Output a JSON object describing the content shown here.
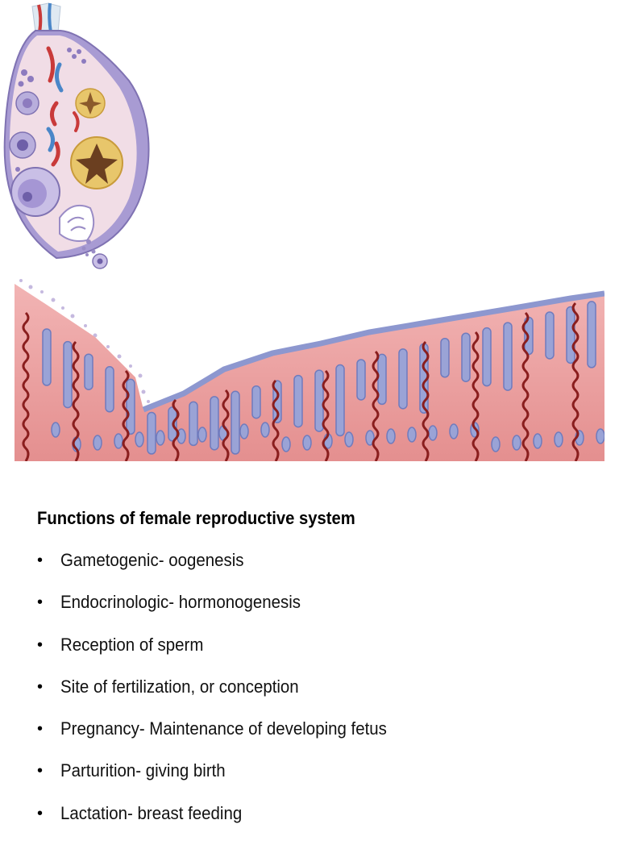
{
  "title": "Functions of female reproductive system",
  "bullet_glyph": "•",
  "functions": [
    "Gametogenic- oogenesis",
    "Endocrinologic- hormonogenesis",
    "Reception of sperm",
    "Site of fertilization, or conception",
    "Pregnancy- Maintenance of developing fetus",
    "Parturition- giving birth",
    "Lactation- breast feeding"
  ],
  "colors": {
    "ovary_fill": "#f1dde6",
    "ovary_edge": "#9a8cc6",
    "follicle": "#8d7bbf",
    "corpus_luteum": "#e8c66b",
    "vessel_red": "#c93a3a",
    "vessel_blue": "#4a86c8",
    "endometrium": "#ea9a9a",
    "gland": "#9aa3d6",
    "artery": "#8a1e1e"
  }
}
